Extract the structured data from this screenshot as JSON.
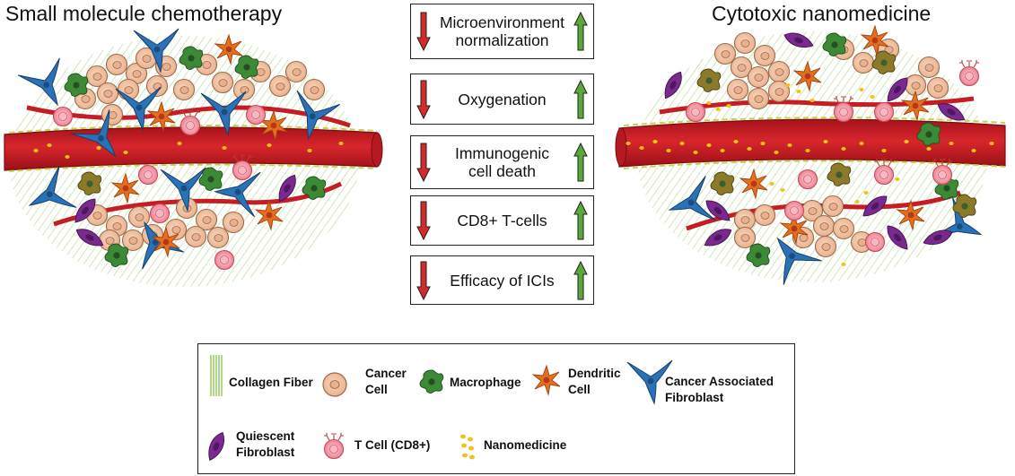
{
  "titles": {
    "left": "Small molecule chemotherapy",
    "right": "Cytotoxic nanomedicine"
  },
  "comparisons": [
    {
      "line1": "Microenvironment",
      "line2": "normalization"
    },
    {
      "line1": "Oxygenation",
      "line2": ""
    },
    {
      "line1": "Immunogenic",
      "line2": "cell death"
    },
    {
      "line1": "CD8+ T-cells",
      "line2": ""
    },
    {
      "line1": "Efficacy of ICIs",
      "line2": ""
    }
  ],
  "arrows": {
    "down_color": "#d42a2a",
    "up_color": "#5aa83a"
  },
  "legend": {
    "collagen": "Collagen Fiber",
    "cancer_l1": "Cancer",
    "cancer_l2": "Cell",
    "macrophage": "Macrophage",
    "dendritic_l1": "Dendritic",
    "dendritic_l2": "Cell",
    "caf_l1": "Cancer Associated",
    "caf_l2": "Fibroblast",
    "quiescent_l1": "Quiescent",
    "quiescent_l2": "Fibroblast",
    "tcell": "T Cell (CD8+)",
    "nano": "Nanomedicine"
  },
  "colors": {
    "vessel": "#c41e24",
    "cancer_cell": "#f2c3a2",
    "macrophage": "#3d8a36",
    "dendritic": "#e3701e",
    "caf": "#2a72b8",
    "quiescent": "#7a2a8e",
    "tcell": "#f08f9a",
    "nanomedicine": "#f0c21a",
    "collagen": "#9ccf6a"
  }
}
